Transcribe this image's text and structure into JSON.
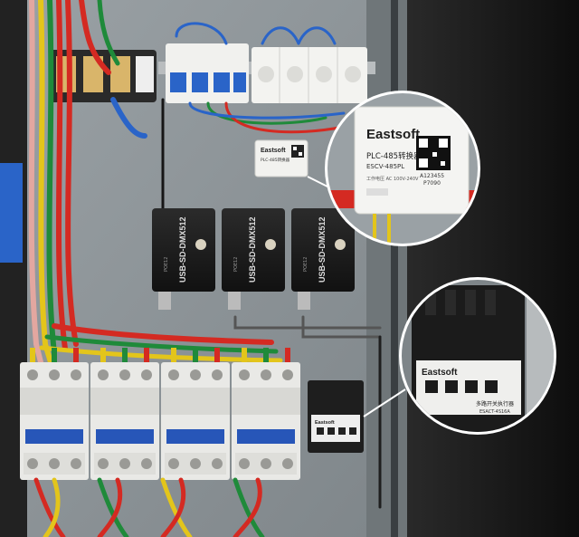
{
  "scene": {
    "description_free": true,
    "colors": {
      "panel": "#8d9498",
      "panel_dark": "#5a6064",
      "background": "#1a1a1a",
      "wire_red": "#d42a22",
      "wire_green": "#1f8a3a",
      "wire_yellow": "#e3c51b",
      "wire_blue": "#2a64c8",
      "wire_pink": "#e3a7a0",
      "wire_black": "#161616",
      "module_black": "#1c1c1c",
      "contactor_white": "#e9e9e6",
      "contactor_blue": "#2756b8",
      "callout_fill": "#f4f4f2"
    }
  },
  "plc_module": {
    "brand": "Eastsoft",
    "model_line1": "PLC-485转换器",
    "model_line2": "ESCV-485PL",
    "spec": "工作电压 AC 100V-240V",
    "serial1": "A123455",
    "serial2": "P7090",
    "small_brand": "Eastsoft",
    "small_model": "PLC-485转换器"
  },
  "dmx_modules": [
    {
      "label": "USB-SD-DMX512",
      "side": "POE12"
    },
    {
      "label": "USB-SD-DMX512",
      "side": "POE12"
    },
    {
      "label": "USB-SD-DMX512",
      "side": "POE12"
    }
  ],
  "switch_module": {
    "brand": "Eastsoft",
    "name": "多路开关执行器",
    "model": "ESACT-4S16A",
    "small_brand": "Eastsoft"
  },
  "contactors": {
    "count": 4
  },
  "callouts": {
    "top": "plc-module-zoom",
    "bottom": "switch-module-zoom"
  }
}
